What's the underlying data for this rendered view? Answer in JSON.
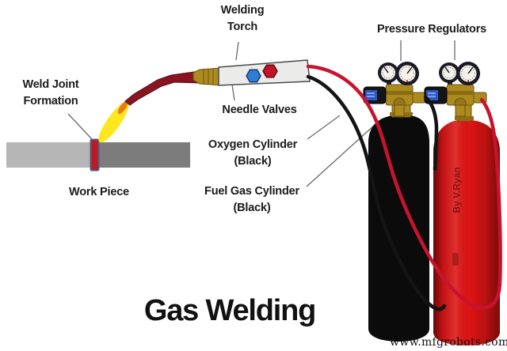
{
  "diagram_title": "Gas Welding",
  "watermark": "www.mfgrobots.com",
  "signature": "By V.Ryan",
  "labels": {
    "welding_torch": {
      "line1": "Welding",
      "line2": "Torch"
    },
    "pressure_regulators": "Pressure Regulators",
    "weld_joint_formation": {
      "line1": "Weld Joint",
      "line2": "Formation"
    },
    "needle_valves": "Needle Valves",
    "oxygen_cylinder": {
      "line1": "Oxygen Cylinder",
      "line2": "(Black)"
    },
    "fuel_gas_cylinder": {
      "line1": "Fuel Gas Cylinder",
      "line2": "(Black)"
    },
    "work_piece": "Work Piece"
  },
  "colors": {
    "oxygen_cylinder": "#0b0b0b",
    "fuel_cylinder": "#dd1414",
    "oxygen_hose": "#141414",
    "fuel_hose": "#c8132e",
    "flame": "#ffe71f",
    "flame_inner": "#ee7a15",
    "brass": "#ad8a1e",
    "weld_joint": "#c01825",
    "torch_body": "#ebebe9",
    "torch_neck": "#8a1420",
    "workpiece_left": "#b6b6b6",
    "workpiece_right": "#7c7c7c",
    "valve_blue": "#2f7cd6",
    "valve_red": "#c4122a"
  }
}
